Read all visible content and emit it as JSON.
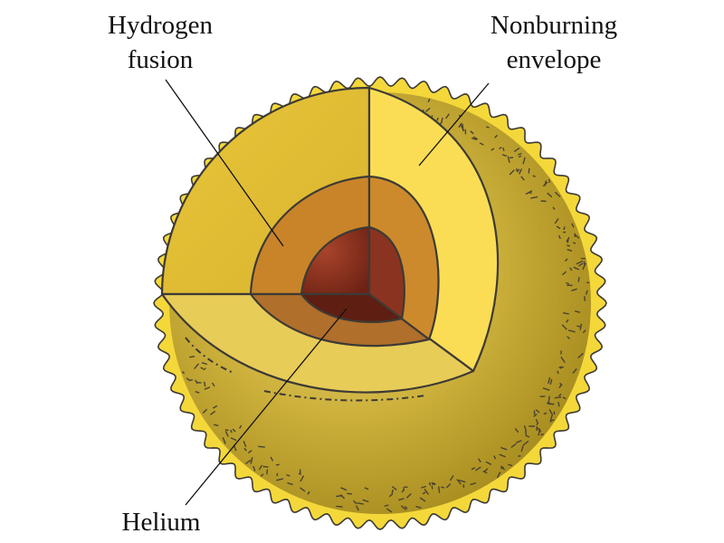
{
  "labels": {
    "hydrogen_fusion_line1": "Hydrogen",
    "hydrogen_fusion_line2": "fusion",
    "envelope_line1": "Nonburning",
    "envelope_line2": "envelope",
    "helium": "Helium"
  },
  "colors": {
    "outer_rim": "#f4d83a",
    "envelope_shade_light": "#e4cc55",
    "envelope_shade_dark": "#b89c25",
    "envelope_cut_face": "#fbdd55",
    "envelope_cut_side": "#e9c83c",
    "envelope_cut_bottom": "#e8cc58",
    "fusion_shell": "#c9842a",
    "fusion_shell_bottom": "#b06f2a",
    "helium_core_light": "#a8442c",
    "helium_core_dark": "#6e2214"
  }
}
